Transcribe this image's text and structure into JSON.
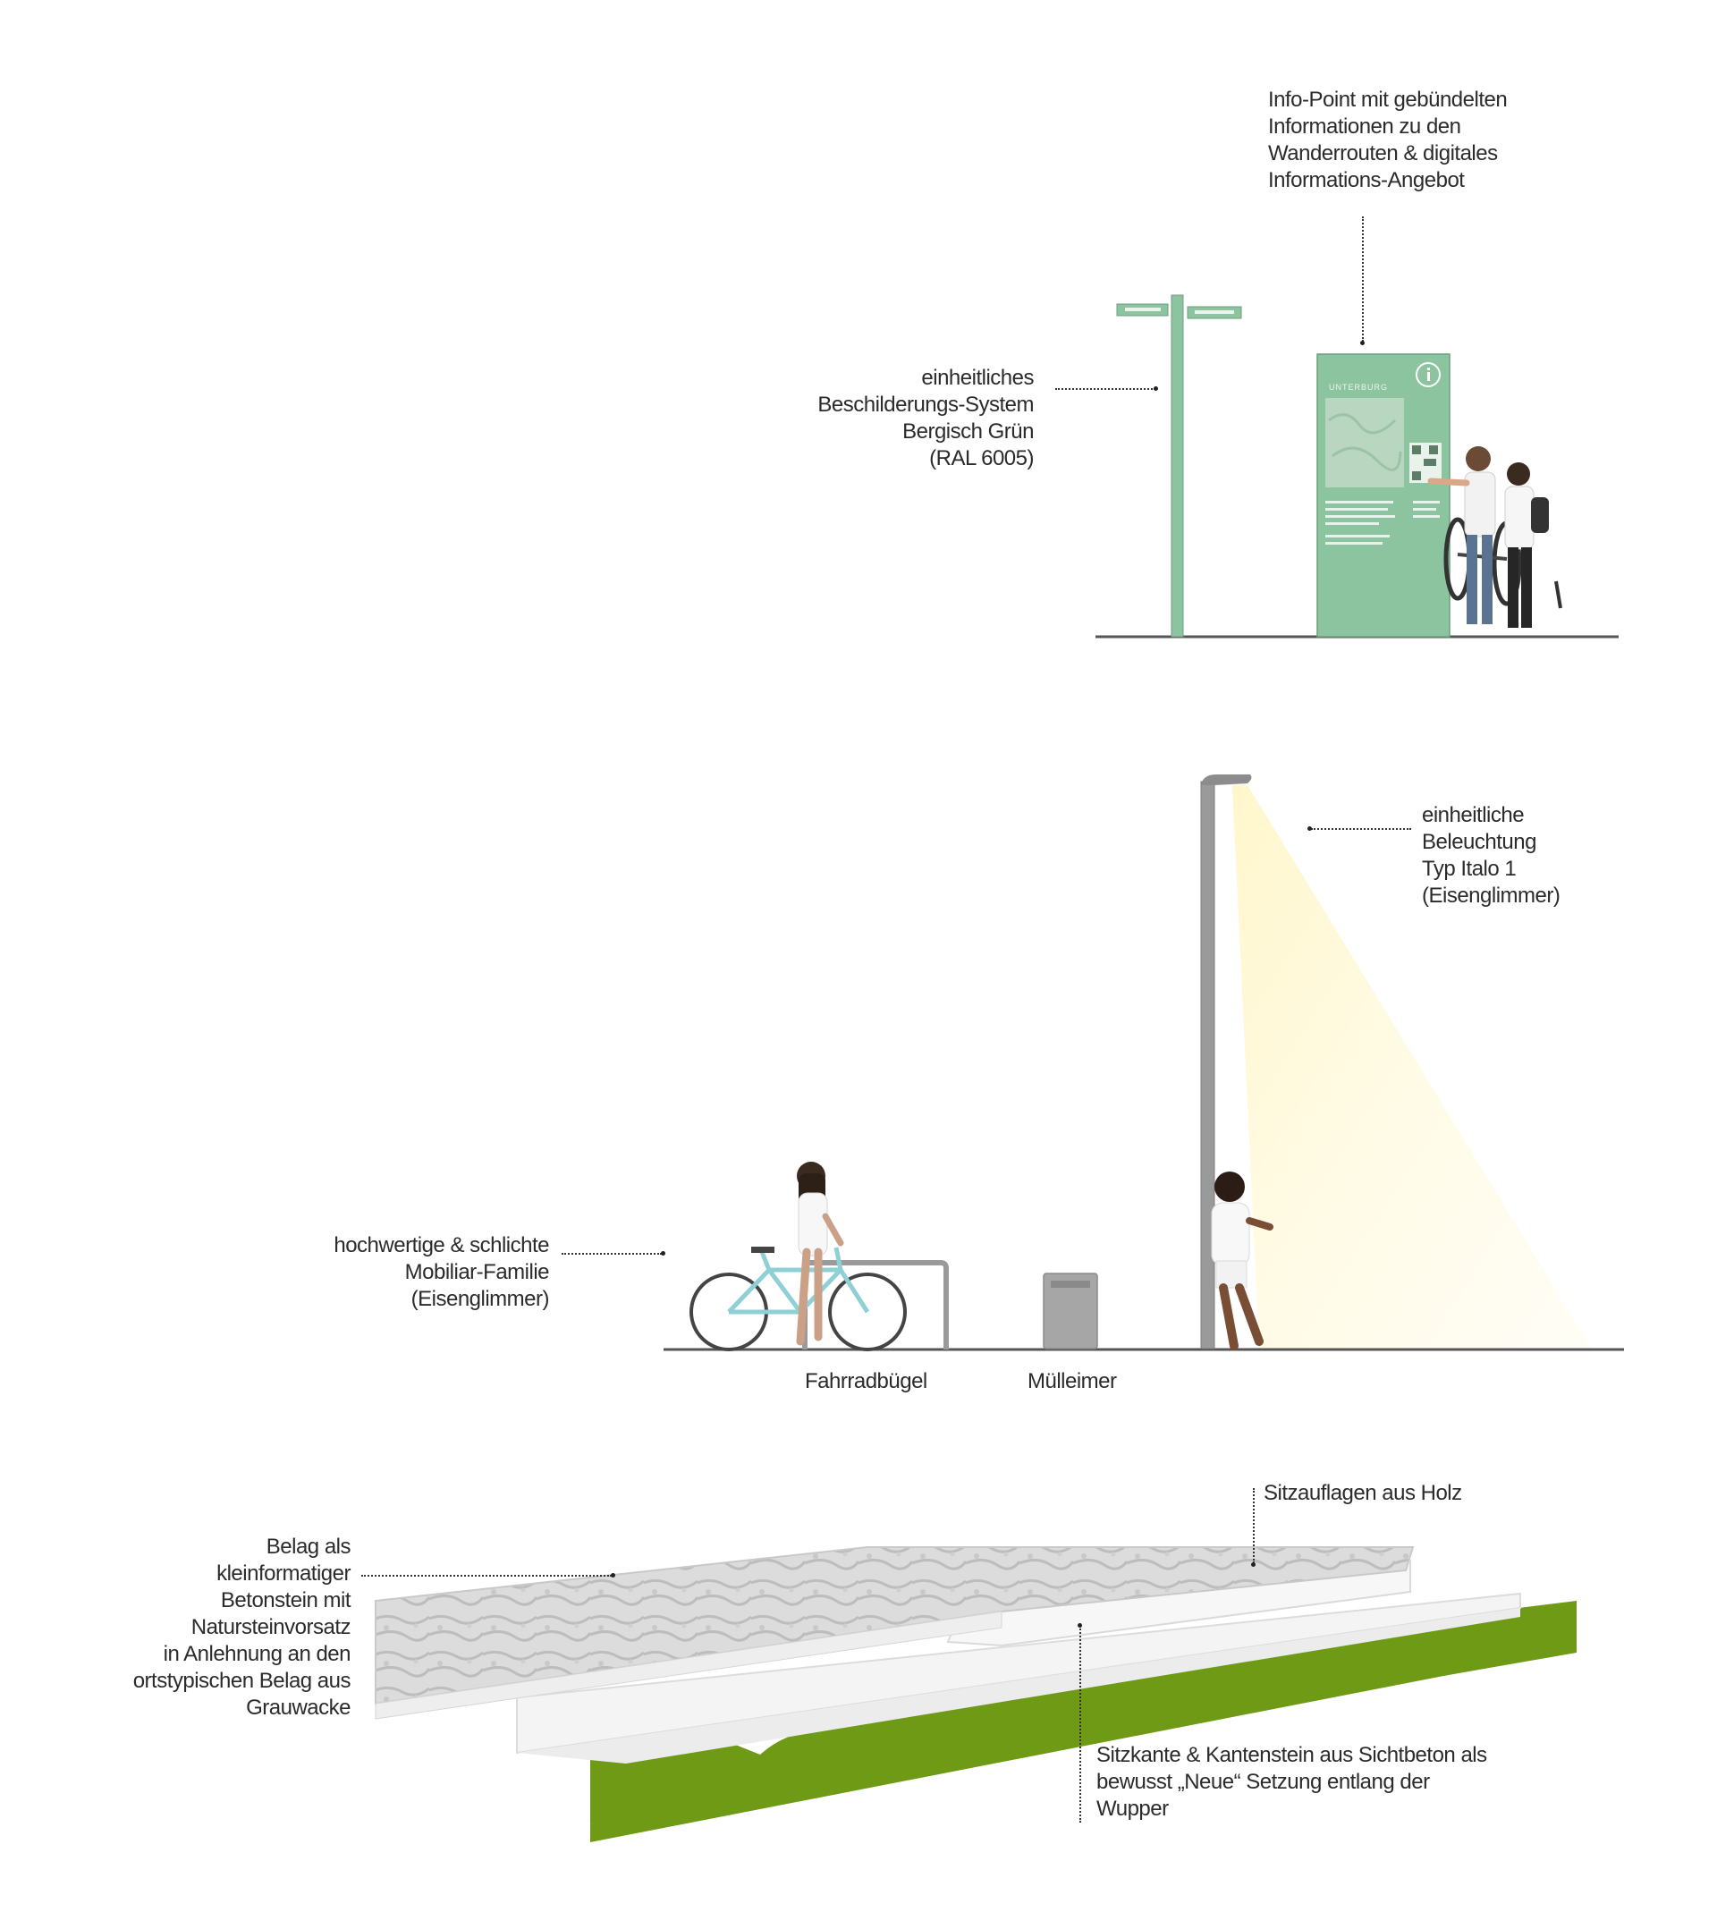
{
  "sections": {
    "signage": {
      "infopoint_label": "Info-Point mit gebündelten\nInformationen zu den\nWanderrouten & digitales\nInformations-Angebot",
      "signpost_label": "einheitliches\nBeschilderungs-System\nBergisch Grün\n(RAL 6005)",
      "board_title": "UNTERBURG"
    },
    "furniture": {
      "lighting_label": "einheitliche\nBeleuchtung\nTyp Italo 1\n(Eisenglimmer)",
      "furniture_label": "hochwertige & schlichte\nMobiliar-Familie\n(Eisenglimmer)",
      "bike_rack_caption": "Fahrradbügel",
      "bin_caption": "Mülleimer"
    },
    "paving": {
      "seating_label": "Sitzauflagen aus Holz",
      "paving_label": "Belag als\nkleinformatiger\nBetonstein mit\nNatursteinvorsatz\nin Anlehnung an den\nortstypischen Belag aus\nGrauwacke",
      "edge_label": "Sitzkante & Kantenstein aus Sichtbeton als\nbewusst „Neue“ Setzung entlang der\nWupper"
    }
  },
  "colors": {
    "sign_green": "#8dc4a0",
    "lawn_green": "#6e9a16",
    "wood": "#d9b46a",
    "pole_grey": "#9a9a9a",
    "bike_blue": "#8fd0d6"
  }
}
